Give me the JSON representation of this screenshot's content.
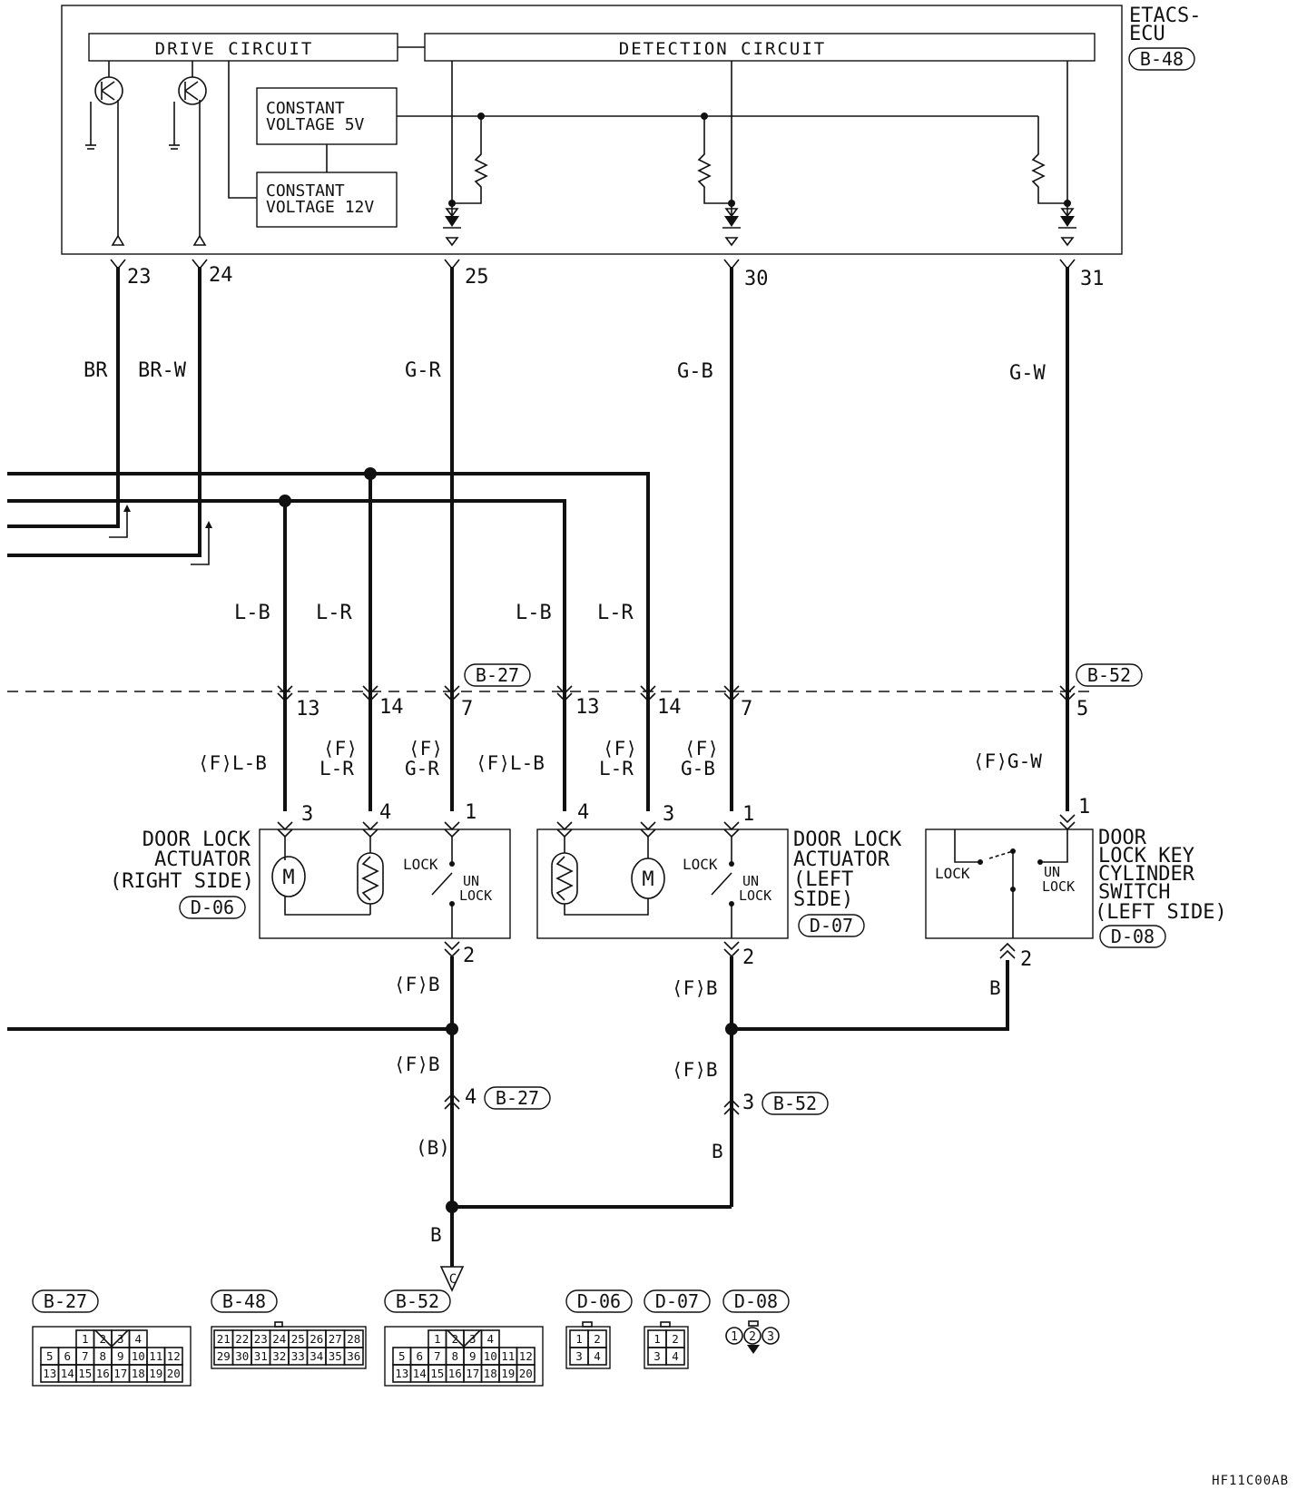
{
  "ecu": {
    "title_line1": "ETACS-",
    "title_line2": "ECU",
    "connector": "B-48",
    "drive_circuit": "DRIVE CIRCUIT",
    "detection_circuit": "DETECTION CIRCUIT",
    "cv5_line1": "CONSTANT",
    "cv5_line2": "VOLTAGE 5V",
    "cv12_line1": "CONSTANT",
    "cv12_line2": "VOLTAGE 12V"
  },
  "ecu_pins": [
    "23",
    "24",
    "25",
    "30",
    "31"
  ],
  "wire_colors": {
    "br": "BR",
    "brw": "BR-W",
    "gr": "G-R",
    "gb": "G-B",
    "gw": "G-W",
    "lb_1": "L-B",
    "lr_1": "L-R",
    "lb_2": "L-B",
    "lr_2": "L-R"
  },
  "junction_b27_upper": {
    "label": "B-27",
    "pins": [
      "13",
      "14",
      "7"
    ]
  },
  "junction_b27_lower_label": "B-27",
  "junction_b52_upper": {
    "label": "B-52",
    "pins": [
      "13",
      "14",
      "7",
      "5"
    ]
  },
  "junction_b52_lower_label": "B-52",
  "lower_wires": {
    "flb_r": "⟨F⟩L-B",
    "flr_r_1": "⟨F⟩",
    "flr_r_2": "L-R",
    "fgr_r_1": "⟨F⟩",
    "fgr_r_2": "G-R",
    "flb_l": "⟨F⟩L-B",
    "flr_l_1": "⟨F⟩",
    "flr_l_2": "L-R",
    "fgb_l_1": "⟨F⟩",
    "fgb_l_2": "G-B",
    "fgw": "⟨F⟩G-W"
  },
  "actuator_right": {
    "title_line1": "DOOR LOCK",
    "title_line2": "ACTUATOR",
    "title_line3": "(RIGHT SIDE)",
    "connector": "D-06",
    "pins": [
      "3",
      "4",
      "1",
      "2"
    ],
    "motor": "M",
    "lock": "LOCK",
    "unlock_1": "UN",
    "unlock_2": "LOCK"
  },
  "actuator_left": {
    "title_line1": "DOOR LOCK",
    "title_line2": "ACTUATOR",
    "title_line3": "(LEFT",
    "title_line4": "SIDE)",
    "connector": "D-07",
    "pins": [
      "4",
      "3",
      "1",
      "2"
    ],
    "motor": "M",
    "lock": "LOCK",
    "unlock_1": "UN",
    "unlock_2": "LOCK"
  },
  "key_switch": {
    "title_line1": "DOOR",
    "title_line2": "LOCK KEY",
    "title_line3": "CYLINDER",
    "title_line4": "SWITCH",
    "title_line5": "(LEFT SIDE)",
    "connector": "D-08",
    "pins": [
      "1",
      "2"
    ],
    "lock": "LOCK",
    "unlock_1": "UN",
    "unlock_2": "LOCK"
  },
  "ground_wires": {
    "fb_r_1": "⟨F⟩B",
    "fb_r_2": "⟨F⟩B",
    "fb_l_1": "⟨F⟩B",
    "fb_l_2": "⟨F⟩B",
    "b_switch": "B",
    "pin_b27_4": "4",
    "pin_b52_3": "3",
    "paren_b": "(B)",
    "b_left": "B",
    "b_main": "B",
    "ground_mark": "C"
  },
  "connector_legend": [
    {
      "label": "B-27",
      "pins_row1": [
        "1",
        "2",
        "3",
        "4"
      ],
      "pins_row2": [
        "5",
        "6",
        "7",
        "8",
        "9",
        "10",
        "11",
        "12"
      ],
      "pins_row3": [
        "13",
        "14",
        "15",
        "16",
        "17",
        "18",
        "19",
        "20"
      ]
    },
    {
      "label": "B-48",
      "pins_row1": [
        "21",
        "22",
        "23",
        "24",
        "25",
        "26",
        "27",
        "28"
      ],
      "pins_row2": [
        "29",
        "30",
        "31",
        "32",
        "33",
        "34",
        "35",
        "36"
      ]
    },
    {
      "label": "B-52",
      "pins_row1": [
        "1",
        "2",
        "3",
        "4"
      ],
      "pins_row2": [
        "5",
        "6",
        "7",
        "8",
        "9",
        "10",
        "11",
        "12"
      ],
      "pins_row3": [
        "13",
        "14",
        "15",
        "16",
        "17",
        "18",
        "19",
        "20"
      ]
    },
    {
      "label": "D-06",
      "pins_row1": [
        "1",
        "2"
      ],
      "pins_row2": [
        "3",
        "4"
      ]
    },
    {
      "label": "D-07",
      "pins_row1": [
        "1",
        "2"
      ],
      "pins_row2": [
        "3",
        "4"
      ]
    },
    {
      "label": "D-08",
      "pins_row1": [
        "1",
        "2",
        "3"
      ]
    }
  ],
  "figure_code": "HF11C00AB"
}
